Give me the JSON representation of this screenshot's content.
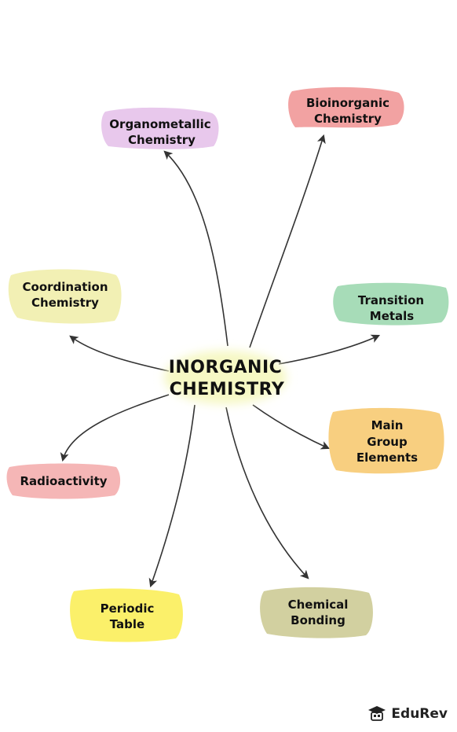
{
  "center": {
    "line1": "INORGANIC",
    "line2": "CHEMISTRY"
  },
  "nodes": {
    "organometallic": {
      "line1": "Organometallic",
      "line2": "Chemistry",
      "color": "#e8c8ec"
    },
    "bioinorganic": {
      "line1": "Bioinorganic",
      "line2": "Chemistry",
      "color": "#f2a2a2"
    },
    "coordination": {
      "line1": "Coordination",
      "line2": "Chemistry",
      "color": "#f2f0b4"
    },
    "transition": {
      "line1": "Transition",
      "line2": "Metals",
      "color": "#a7dcb8"
    },
    "main_group": {
      "line1": "Main",
      "line2": "Group",
      "line3": "Elements",
      "color": "#f8cf80"
    },
    "radioactivity": {
      "line1": "Radioactivity",
      "color": "#f5b6b6"
    },
    "periodic": {
      "line1": "Periodic",
      "line2": "Table",
      "color": "#fbf06a"
    },
    "bonding": {
      "line1": "Chemical",
      "line2": "Bonding",
      "color": "#d2d0a0"
    }
  },
  "logo": {
    "text": "EduRev",
    "icon": "graduation-cap-icon"
  }
}
